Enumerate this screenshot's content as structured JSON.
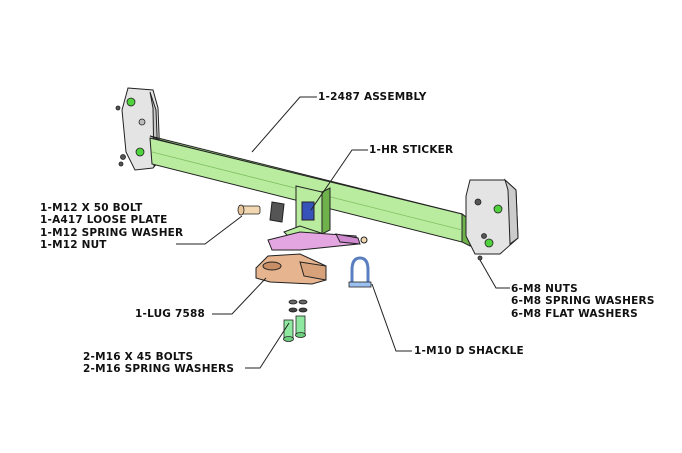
{
  "labels": {
    "assembly": "1-2487 ASSEMBLY",
    "hr_sticker": "1-HR STICKER",
    "bolt_group": [
      "1-M12 X 50 BOLT",
      "1-A417 LOOSE PLATE",
      "1-M12 SPRING WASHER",
      "1-M12 NUT"
    ],
    "nuts_group": [
      "6-M8 NUTS",
      "6-M8 SPRING WASHERS",
      "6-M8 FLAT WASHERS"
    ],
    "lug": "1-LUG 7588",
    "bolts_m16": [
      "2-M16 X 45 BOLTS",
      "2-M16 SPRING WASHERS"
    ],
    "shackle": "1-M10 D SHACKLE"
  },
  "colors": {
    "beam": "#b9ec9f",
    "beam_dark": "#6fb24c",
    "bracket": "#e4e4e4",
    "lug": "#e6b48e",
    "pink_plate": "#e4a6e0",
    "shackle": "#9cc0f0",
    "sticker": "#3553b8",
    "fastener": "#4fd23d",
    "bolt_m16": "#8fe8a0",
    "m12_bolt": "#f2d8b2",
    "line": "#222222"
  }
}
